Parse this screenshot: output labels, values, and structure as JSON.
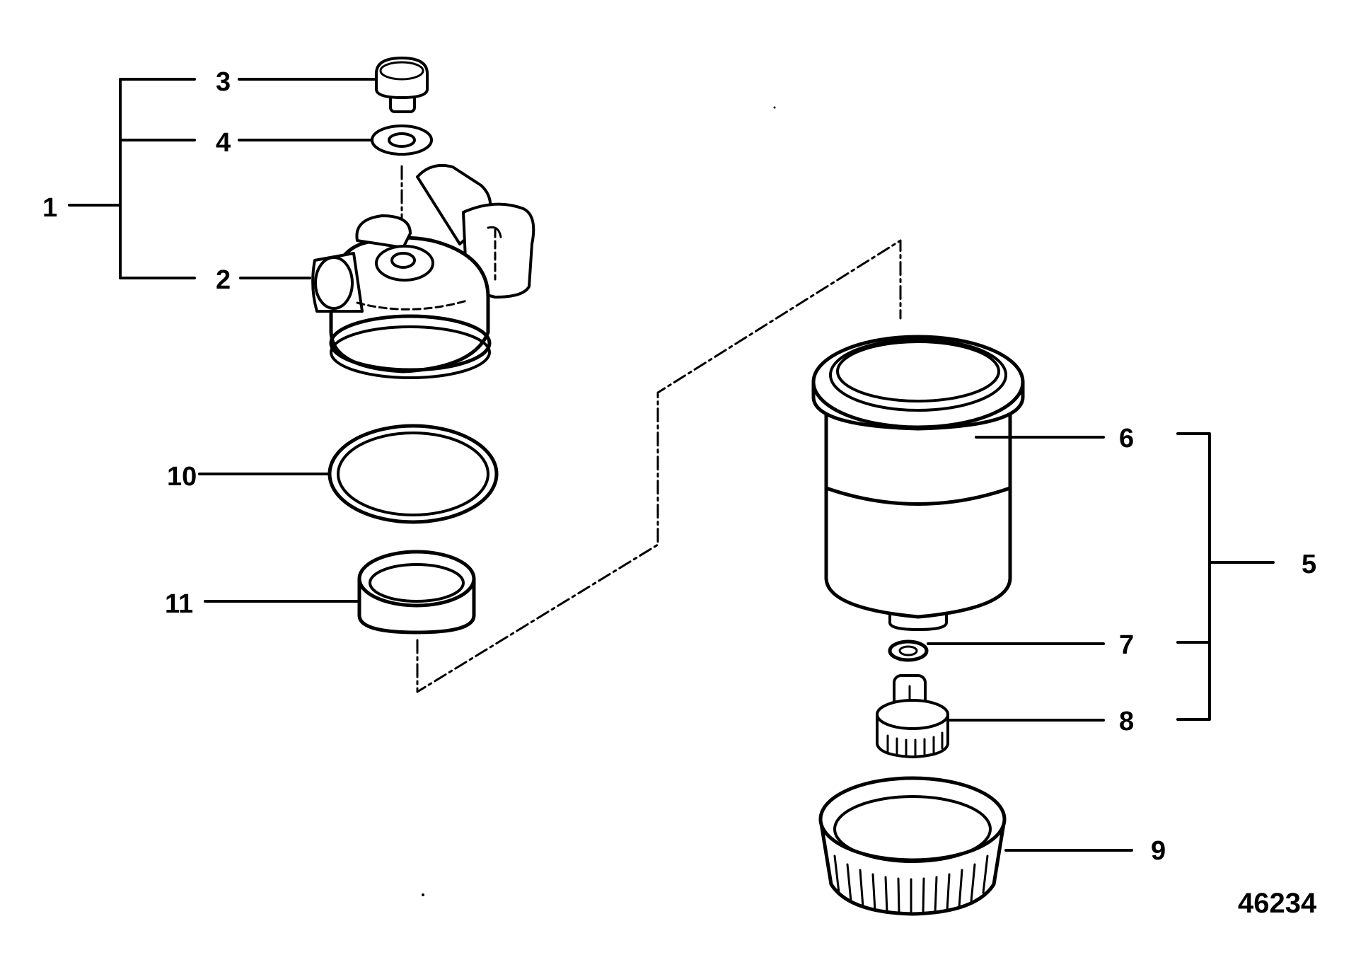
{
  "diagram": {
    "type": "exploded-parts-view",
    "figure_number": "46234",
    "callouts": {
      "c1": "1",
      "c2": "2",
      "c3": "3",
      "c4": "4",
      "c5": "5",
      "c6": "6",
      "c7": "7",
      "c8": "8",
      "c9": "9",
      "c10": "10",
      "c11": "11"
    },
    "colors": {
      "line": "#000000",
      "background": "#ffffff"
    }
  }
}
